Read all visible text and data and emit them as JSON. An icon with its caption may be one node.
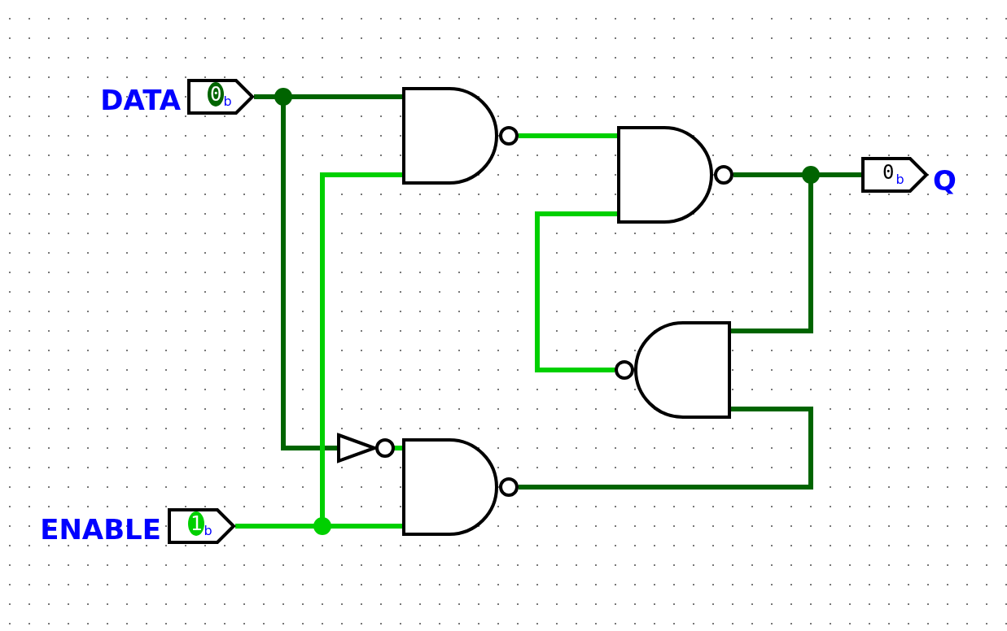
{
  "diagram": {
    "nodes": [
      {
        "text": [
          "0$_{b}$"
        ],
        "beside": [
          "DATA"
        ]
      },
      {
        "text": [
          "1$_{b}$"
        ],
        "beside": [
          "ENABLE"
        ]
      },
      {
        "text": [],
        "shape": "nand"
      },
      {
        "text": [],
        "shape": "not"
      },
      {
        "text": [],
        "shape": "nand"
      },
      {
        "text": [],
        "shape": "nand"
      },
      {
        "text": [],
        "shape": "nand"
      },
      {
        "text": [
          "0$_{b}$"
        ],
        "beside": [
          "Q"
        ]
      }
    ],
    "edges": [
      {
        "from": 0,
        "to": 2,
        "arrow": "none",
        "color": "#006400"
      },
      {
        "from": 0,
        "to": 3,
        "arrow": "none",
        "color": "#006400"
      },
      {
        "from": 1,
        "to": 2,
        "arrow": "none",
        "color": "#00d000"
      },
      {
        "from": 1,
        "to": 4,
        "arrow": "none",
        "color": "#00d000"
      },
      {
        "from": 3,
        "to": 4,
        "arrow": "none",
        "color": "#00d000"
      },
      {
        "from": 2,
        "to": 5,
        "arrow": "none",
        "color": "#00d000"
      },
      {
        "from": 6,
        "to": 5,
        "arrow": "none",
        "color": "#00d000"
      },
      {
        "from": 5,
        "to": 7,
        "arrow": "none",
        "color": "#006400"
      },
      {
        "from": 5,
        "to": 6,
        "arrow": "none",
        "color": "#006400"
      },
      {
        "from": 4,
        "to": 6,
        "arrow": "none",
        "color": "#006400"
      }
    ]
  }
}
